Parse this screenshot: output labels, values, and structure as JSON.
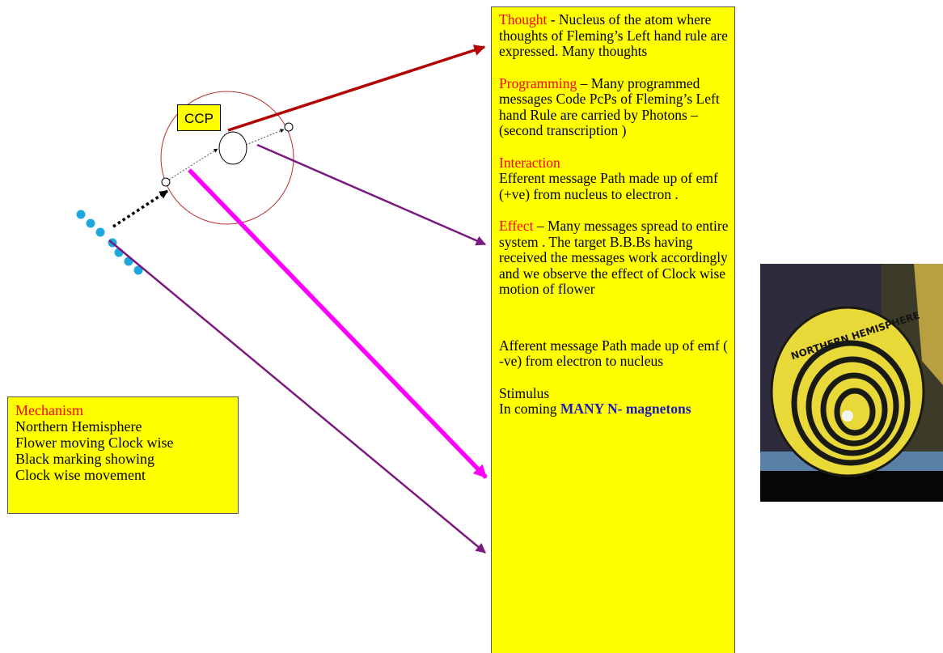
{
  "ccp_label": "CCP",
  "mechanism": {
    "title": "Mechanism",
    "lines": [
      "Northern  Hemisphere",
      "Flower moving  Clock wise",
      "Black marking  showing",
      "Clock wise movement"
    ]
  },
  "panel": {
    "thought": {
      "heading": "Thought",
      "text": " - Nucleus of the  atom where thoughts of Fleming’s Left hand rule are expressed. Many thoughts"
    },
    "programming": {
      "heading": "Programming",
      "text": " – Many programmed messages Code PcPs of Fleming’s Left hand Rule are carried by  Photons –(second transcription )"
    },
    "interaction": {
      "heading": "Interaction",
      "text": "Efferent message  Path made up of emf (+ve) from nucleus to electron ."
    },
    "effect": {
      "heading": "Effect",
      "text": " – Many messages spread to entire system . The target B.B.Bs having received the messages work accordingly and we observe the effect of Clock wise motion of flower"
    },
    "afferent": {
      "text": "Afferent message Path made up of emf ( -ve) from electron to nucleus"
    },
    "stimulus": {
      "heading": "Stimulus",
      "prefix": "In coming ",
      "emphasis": "MANY  N- magnetons"
    }
  },
  "photo": {
    "sign_text": "NORTHERN HEMISPHERE"
  },
  "colors": {
    "panel_yellow": "#ffff00",
    "heading_red": "#ff0000",
    "arrow_dark_red": "#b30000",
    "arrow_purple": "#7a1a80",
    "arrow_magenta": "#ff00ff",
    "dot_cyan": "#1ea8e0",
    "emphasis_blue": "#1a1ab8"
  }
}
